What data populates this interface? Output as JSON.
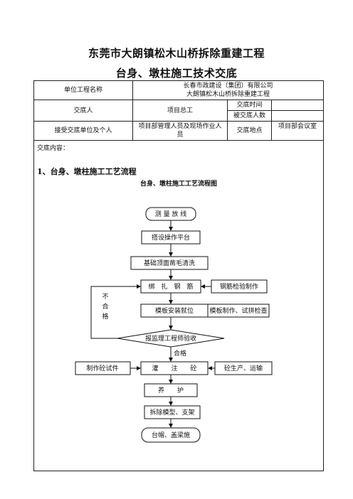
{
  "title_line1": "东莞市大朗镇松木山桥拆除重建工程",
  "title_line2": "台身、墩柱施工技术交底",
  "table": {
    "unit_project_label": "单位工程名称",
    "unit_project_value_line1": "长春市政建设（集团）有限公司",
    "unit_project_value_line2": "大朗镇松木山桥拆除重建工程",
    "discloser_label": "交底人",
    "discloser_value": "项目总工",
    "time_label": "交底时间",
    "time_value": "",
    "count_label": "被交底人数",
    "count_value": "",
    "receiver_label": "接受交底单位及个人",
    "receiver_value_line1": "项目部管理人员及现场作业人",
    "receiver_value_line2": "员",
    "place_label": "交底地点",
    "place_value": "项目部会议室",
    "content_label": "交底内容："
  },
  "section_heading": "1、台身、墩柱施工工艺流程",
  "flowchart": {
    "title": "台身、墩柱施工工艺流程图",
    "steps": {
      "measure": "测 量 放 线",
      "platform": "搭设操作平台",
      "chisel": "基础顶面凿毛清洗",
      "rebar": "绑　扎　钢　筋",
      "formwork": "模板安装就位",
      "inspect": "报监理工程师验收",
      "pour": "灌　　注　　砼",
      "cure": "养　　护",
      "remove": "拆除模型、支架",
      "next": "台帽、盖梁施"
    },
    "side": {
      "rebar_check": "钢筋检验制作",
      "form_make": "模板制作、试拼检查",
      "specimen": "制作砼试件",
      "concrete": "砼生产、运输"
    },
    "labels": {
      "fail_1": "不",
      "fail_2": "合",
      "fail_3": "格",
      "pass": "合格"
    }
  }
}
